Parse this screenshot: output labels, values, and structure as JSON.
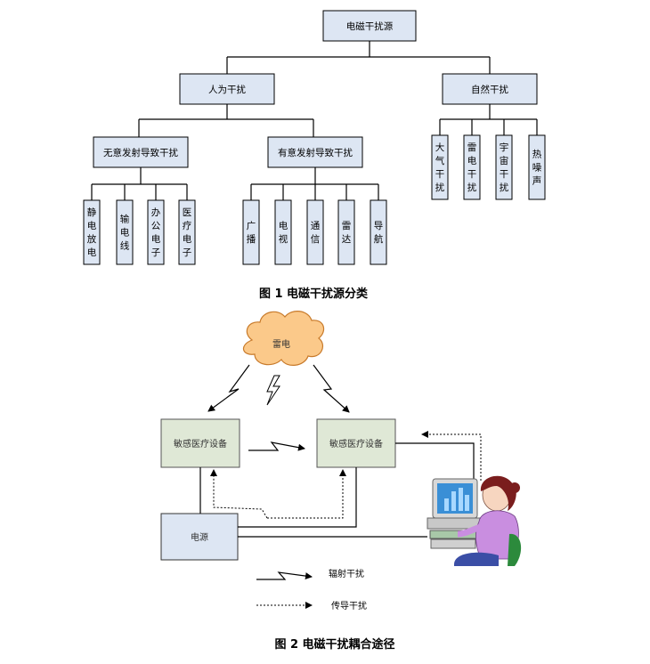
{
  "figure1": {
    "caption": "图 1   电磁干扰源分类",
    "root": "电磁干扰源",
    "branches": [
      {
        "label": "人为干扰",
        "groups": [
          {
            "label": "无意发射导致干扰",
            "leaves": [
              "静电放电",
              "输电线",
              "办公电子",
              "医疗电子"
            ]
          },
          {
            "label": "有意发射导致干扰",
            "leaves": [
              "广播",
              "电视",
              "通信",
              "雷达",
              "导航"
            ]
          }
        ]
      },
      {
        "label": "自然干扰",
        "leaves": [
          "大气干扰",
          "雷电干扰",
          "宇宙干扰",
          "热噪声"
        ]
      }
    ]
  },
  "figure2": {
    "caption": "图 2   电磁干扰耦合途径",
    "cloud_label": "雷电",
    "device_left": "敏感医疗设备",
    "device_right": "敏感医疗设备",
    "power_label": "电源",
    "legend": {
      "radiation": "辐射干扰",
      "conduction": "传导干扰"
    },
    "colors": {
      "cloud": "#fbc98a",
      "device": "#dfe8d6",
      "box": "#dde6f3",
      "monitor_screen": "#3a8fd6",
      "person_shirt": "#c98ee0",
      "person_hair": "#7a1d1d",
      "chair": "#2c8a3c"
    }
  }
}
